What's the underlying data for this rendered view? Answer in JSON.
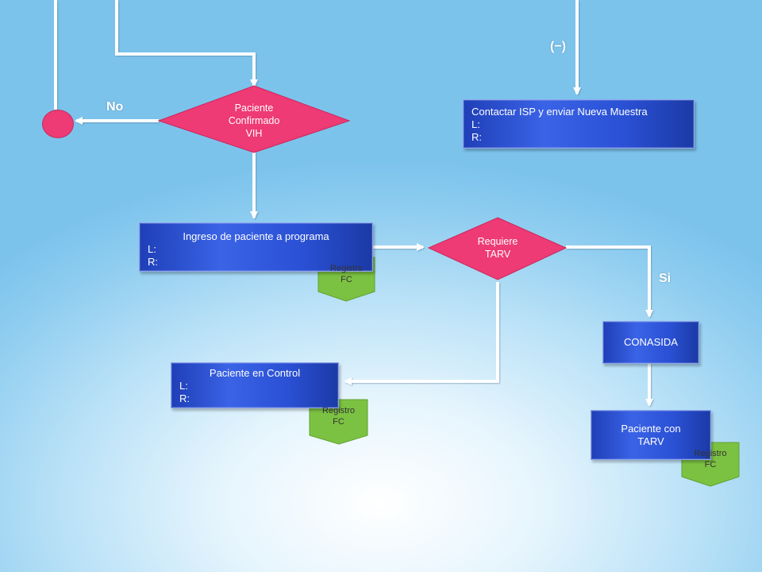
{
  "nodes": {
    "paciente_confirmado": {
      "lines": [
        "Paciente",
        "Confirmado",
        "VIH"
      ]
    },
    "contactar_isp": {
      "title": "Contactar ISP y enviar Nueva Muestra",
      "l": "L:",
      "r": "R:"
    },
    "ingreso": {
      "title": "Ingreso de paciente a programa",
      "l": "L:",
      "r": "R:"
    },
    "requiere_tarv": {
      "lines": [
        "Requiere",
        "TARV"
      ]
    },
    "conasida": {
      "title": "CONASIDA"
    },
    "paciente_control": {
      "title": "Paciente en Control",
      "l": "L:",
      "r": "R:"
    },
    "paciente_tarv": {
      "lines": [
        "Paciente con",
        "TARV"
      ]
    }
  },
  "documents": [
    {
      "lines": [
        "Registro",
        "FC"
      ]
    },
    {
      "lines": [
        "Registro",
        "FC"
      ]
    },
    {
      "lines": [
        "Registro",
        "FC"
      ]
    }
  ],
  "edge_labels": {
    "no": "No",
    "negativo": "(−)",
    "si": "Si"
  },
  "colors": {
    "process_box": "#2d55d8",
    "decision": "#ee3a75",
    "document": "#7cc242",
    "connector": "#ffffff"
  }
}
